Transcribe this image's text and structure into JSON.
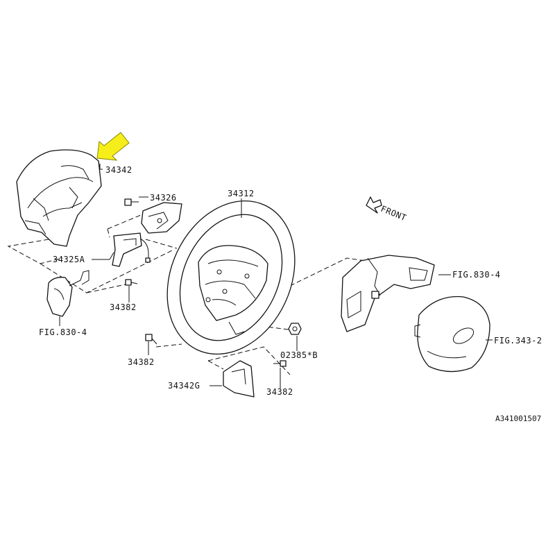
{
  "colors": {
    "line": "#111111",
    "background": "#ffffff",
    "highlight_arrow": "#f5ee1a",
    "highlight_arrow_outline": "#8a8400"
  },
  "icons": {
    "highlight": "yellow-arrow-icon",
    "front": "front-arrow-icon"
  },
  "parts": {
    "p34342": "34342",
    "p34326": "34326",
    "p34312": "34312",
    "p34325A": "34325A",
    "p34382_a": "34382",
    "p34382_b": "34382",
    "p34382_c": "34382",
    "p34342G": "34342G",
    "p02385B": "02385*B",
    "fig830_left": "FIG.830-4",
    "fig830_right": "FIG.830-4",
    "fig343": "FIG.343-2"
  },
  "front_label": "FRONT",
  "diagram_code": "A341001507"
}
